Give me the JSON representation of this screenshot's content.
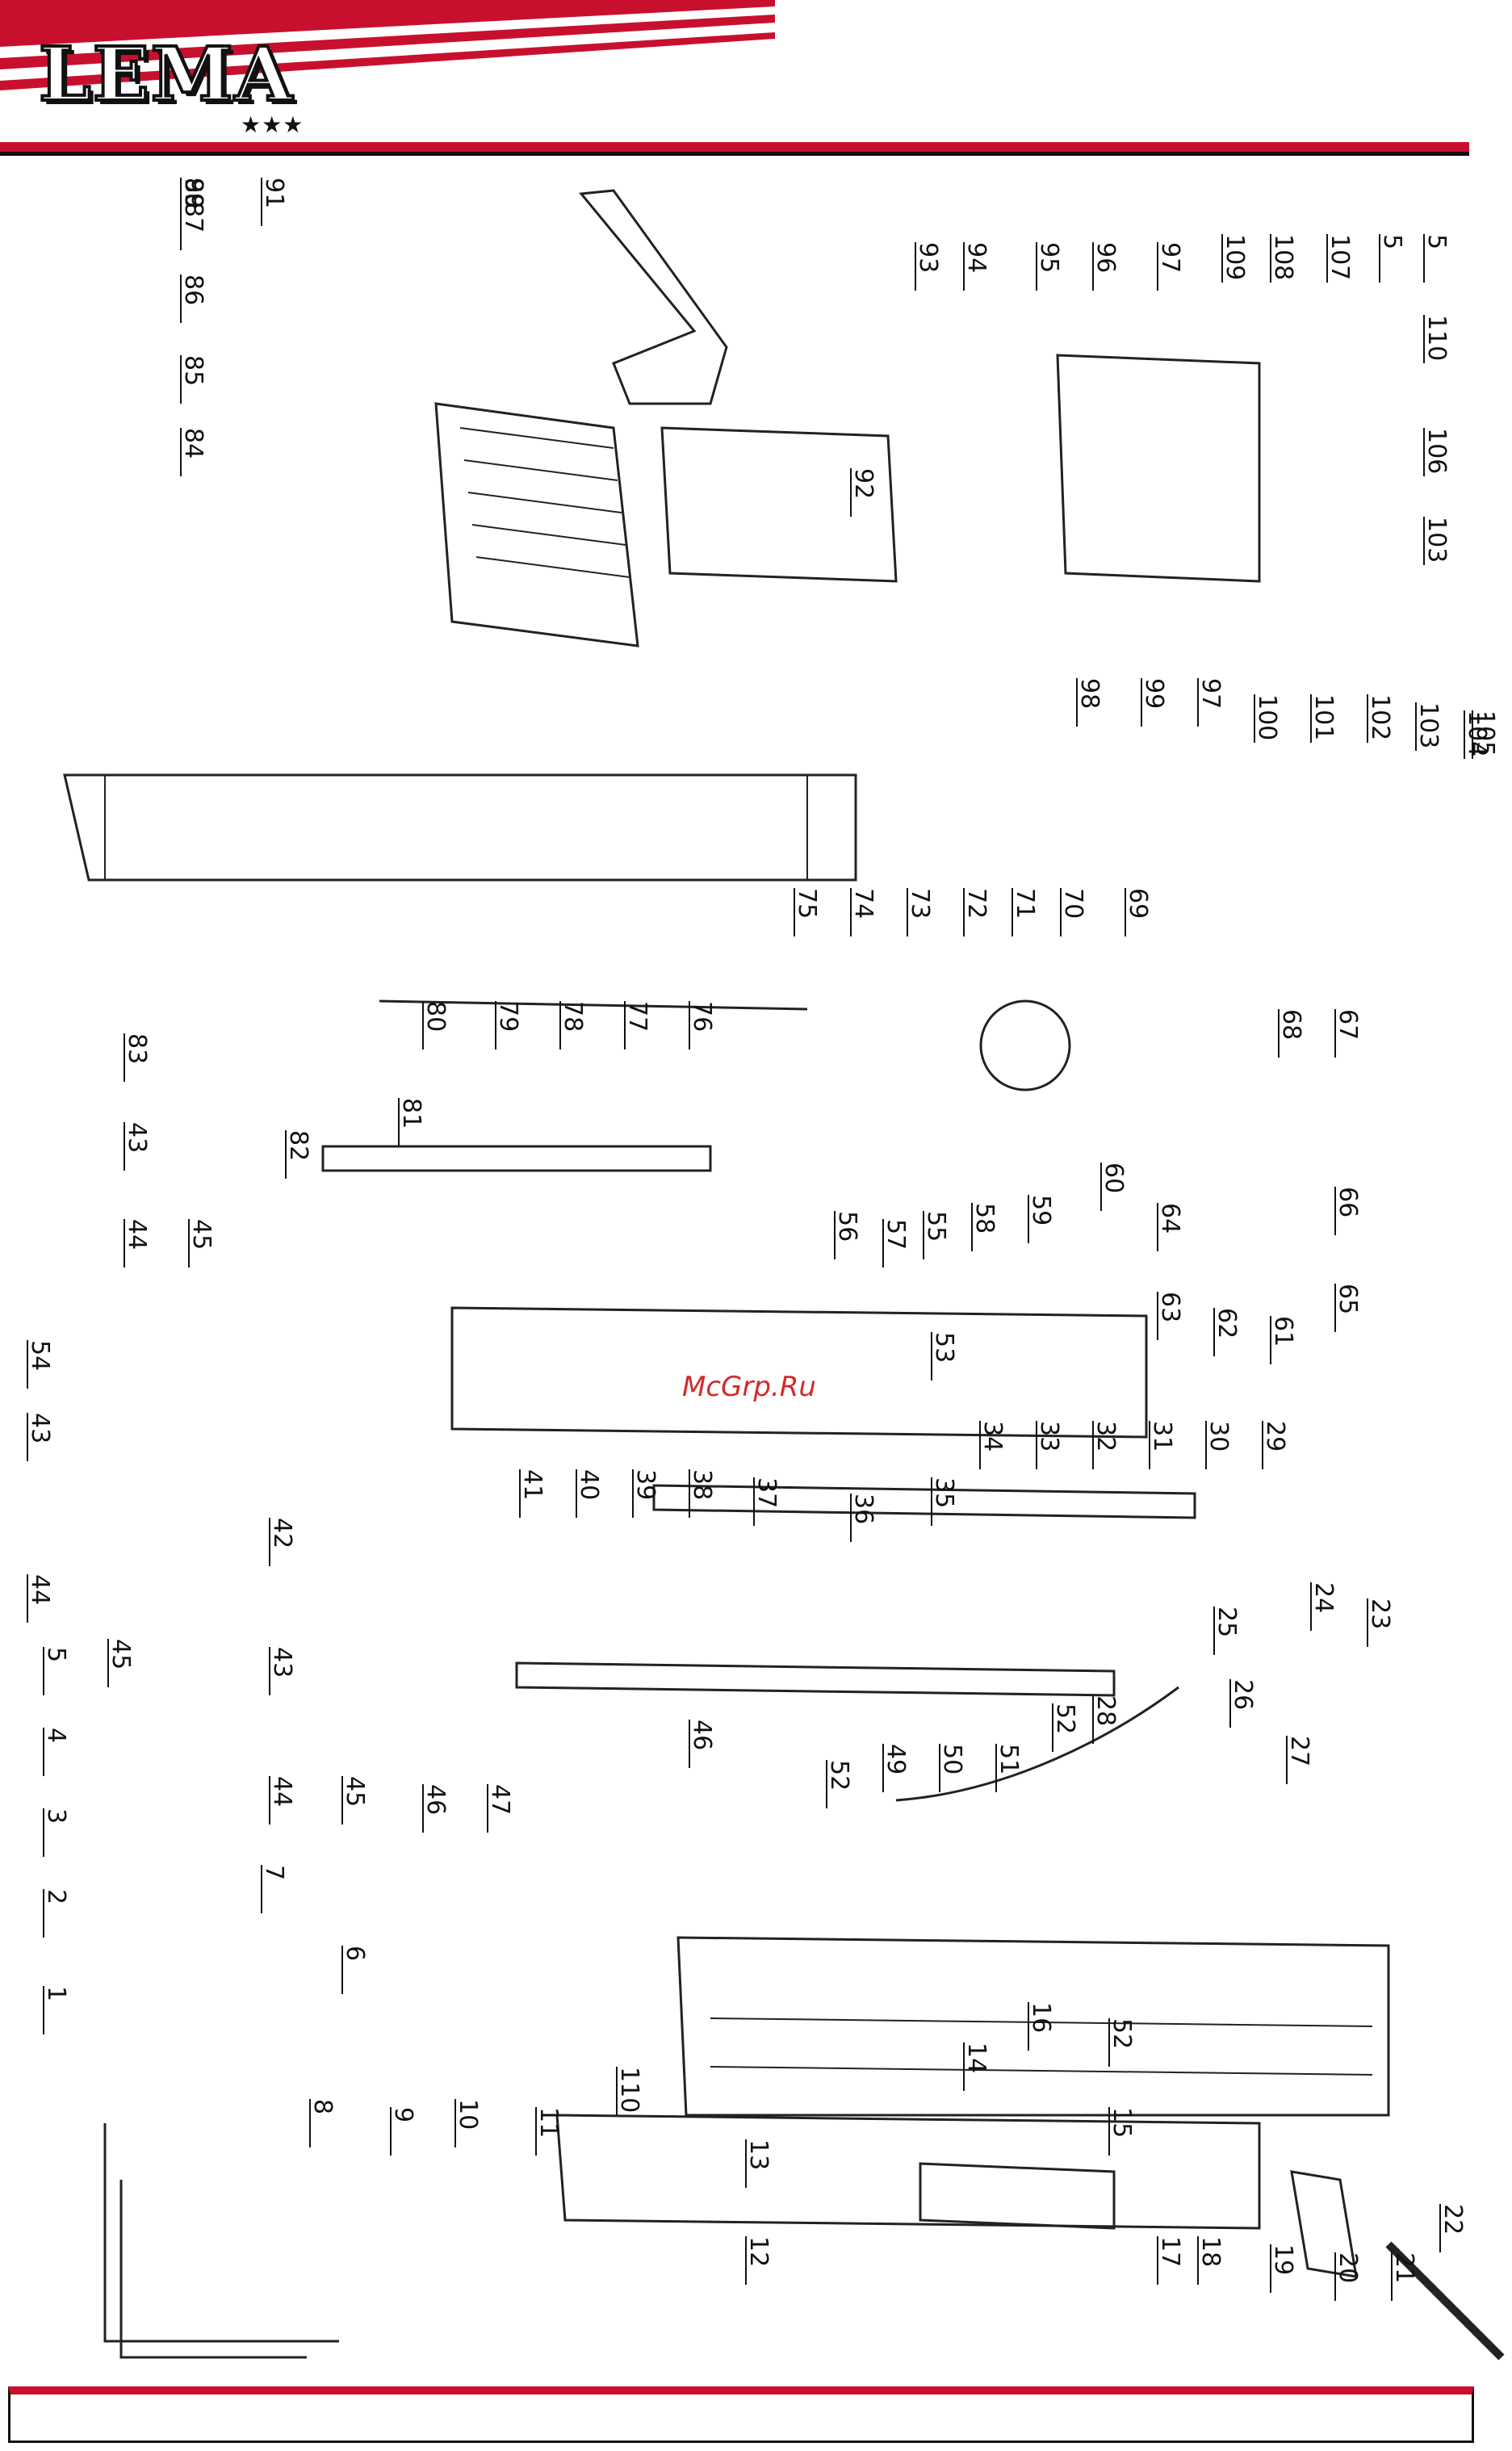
{
  "brand": {
    "name": "LEMA",
    "stars": "★★★",
    "accent_color": "#c8102e"
  },
  "watermark": "McGrp.Ru",
  "callouts": [
    {
      "id": "l90",
      "text": "90"
    },
    {
      "id": "l89",
      "text": "89"
    },
    {
      "id": "l88",
      "text": "88"
    },
    {
      "id": "l87",
      "text": "87"
    },
    {
      "id": "l86",
      "text": "86"
    },
    {
      "id": "l85",
      "text": "85"
    },
    {
      "id": "l84",
      "text": "84"
    },
    {
      "id": "l91",
      "text": "91"
    },
    {
      "id": "l92",
      "text": "92"
    },
    {
      "id": "l93",
      "text": "93"
    },
    {
      "id": "l94",
      "text": "94"
    },
    {
      "id": "l95",
      "text": "95"
    },
    {
      "id": "l96",
      "text": "96"
    },
    {
      "id": "l97",
      "text": "97"
    },
    {
      "id": "l109",
      "text": "109"
    },
    {
      "id": "l108",
      "text": "108"
    },
    {
      "id": "l107",
      "text": "107"
    },
    {
      "id": "l5a",
      "text": "5"
    },
    {
      "id": "l5b",
      "text": "5"
    },
    {
      "id": "l110a",
      "text": "110"
    },
    {
      "id": "l106",
      "text": "106"
    },
    {
      "id": "l103a",
      "text": "103"
    },
    {
      "id": "l98",
      "text": "98"
    },
    {
      "id": "l99",
      "text": "99"
    },
    {
      "id": "l97b",
      "text": "97"
    },
    {
      "id": "l100",
      "text": "100"
    },
    {
      "id": "l101",
      "text": "101"
    },
    {
      "id": "l102",
      "text": "102"
    },
    {
      "id": "l103b",
      "text": "103"
    },
    {
      "id": "l104",
      "text": "104"
    },
    {
      "id": "l105",
      "text": "105"
    },
    {
      "id": "l83",
      "text": "83"
    },
    {
      "id": "l43a",
      "text": "43"
    },
    {
      "id": "l44a",
      "text": "44"
    },
    {
      "id": "l45a",
      "text": "45"
    },
    {
      "id": "l82",
      "text": "82"
    },
    {
      "id": "l80",
      "text": "80"
    },
    {
      "id": "l79",
      "text": "79"
    },
    {
      "id": "l78",
      "text": "78"
    },
    {
      "id": "l77",
      "text": "77"
    },
    {
      "id": "l76",
      "text": "76"
    },
    {
      "id": "l81",
      "text": "81"
    },
    {
      "id": "l75",
      "text": "75"
    },
    {
      "id": "l74",
      "text": "74"
    },
    {
      "id": "l73",
      "text": "73"
    },
    {
      "id": "l72",
      "text": "72"
    },
    {
      "id": "l71",
      "text": "71"
    },
    {
      "id": "l70",
      "text": "70"
    },
    {
      "id": "l69",
      "text": "69"
    },
    {
      "id": "l68",
      "text": "68"
    },
    {
      "id": "l67",
      "text": "67"
    },
    {
      "id": "l60",
      "text": "60"
    },
    {
      "id": "l64",
      "text": "64"
    },
    {
      "id": "l66",
      "text": "66"
    },
    {
      "id": "l65",
      "text": "65"
    },
    {
      "id": "l56",
      "text": "56"
    },
    {
      "id": "l57",
      "text": "57"
    },
    {
      "id": "l55",
      "text": "55"
    },
    {
      "id": "l58",
      "text": "58"
    },
    {
      "id": "l59",
      "text": "59"
    },
    {
      "id": "l63",
      "text": "63"
    },
    {
      "id": "l62",
      "text": "62"
    },
    {
      "id": "l61",
      "text": "61"
    },
    {
      "id": "l54",
      "text": "54"
    },
    {
      "id": "l43b",
      "text": "43"
    },
    {
      "id": "l44b",
      "text": "44"
    },
    {
      "id": "l45b",
      "text": "45"
    },
    {
      "id": "l53",
      "text": "53"
    },
    {
      "id": "l42",
      "text": "42"
    },
    {
      "id": "l41",
      "text": "41"
    },
    {
      "id": "l40",
      "text": "40"
    },
    {
      "id": "l39",
      "text": "39"
    },
    {
      "id": "l38",
      "text": "38"
    },
    {
      "id": "l37",
      "text": "37"
    },
    {
      "id": "l36",
      "text": "36"
    },
    {
      "id": "l35",
      "text": "35"
    },
    {
      "id": "l34",
      "text": "34"
    },
    {
      "id": "l33",
      "text": "33"
    },
    {
      "id": "l32",
      "text": "32"
    },
    {
      "id": "l31",
      "text": "31"
    },
    {
      "id": "l30",
      "text": "30"
    },
    {
      "id": "l29",
      "text": "29"
    },
    {
      "id": "l43c",
      "text": "43"
    },
    {
      "id": "l44c",
      "text": "44"
    },
    {
      "id": "l45c",
      "text": "45"
    },
    {
      "id": "l46a",
      "text": "46"
    },
    {
      "id": "l47",
      "text": "47"
    },
    {
      "id": "l46b",
      "text": "46"
    },
    {
      "id": "l52a",
      "text": "52"
    },
    {
      "id": "l49",
      "text": "49"
    },
    {
      "id": "l50",
      "text": "50"
    },
    {
      "id": "l51",
      "text": "51"
    },
    {
      "id": "l52b",
      "text": "52"
    },
    {
      "id": "l28",
      "text": "28"
    },
    {
      "id": "l25",
      "text": "25"
    },
    {
      "id": "l24",
      "text": "24"
    },
    {
      "id": "l23",
      "text": "23"
    },
    {
      "id": "l26",
      "text": "26"
    },
    {
      "id": "l27",
      "text": "27"
    },
    {
      "id": "l5c",
      "text": "5"
    },
    {
      "id": "l4",
      "text": "4"
    },
    {
      "id": "l3",
      "text": "3"
    },
    {
      "id": "l2",
      "text": "2"
    },
    {
      "id": "l1",
      "text": "1"
    },
    {
      "id": "l7",
      "text": "7"
    },
    {
      "id": "l6",
      "text": "6"
    },
    {
      "id": "l8",
      "text": "8"
    },
    {
      "id": "l9",
      "text": "9"
    },
    {
      "id": "l10",
      "text": "10"
    },
    {
      "id": "l11",
      "text": "11"
    },
    {
      "id": "l110b",
      "text": "110"
    },
    {
      "id": "l14",
      "text": "14"
    },
    {
      "id": "l16",
      "text": "16"
    },
    {
      "id": "l52c",
      "text": "52"
    },
    {
      "id": "l15",
      "text": "15"
    },
    {
      "id": "l13",
      "text": "13"
    },
    {
      "id": "l12",
      "text": "12"
    },
    {
      "id": "l17",
      "text": "17"
    },
    {
      "id": "l18",
      "text": "18"
    },
    {
      "id": "l19",
      "text": "19"
    },
    {
      "id": "l20",
      "text": "20"
    },
    {
      "id": "l21",
      "text": "21"
    },
    {
      "id": "l22",
      "text": "22"
    }
  ]
}
